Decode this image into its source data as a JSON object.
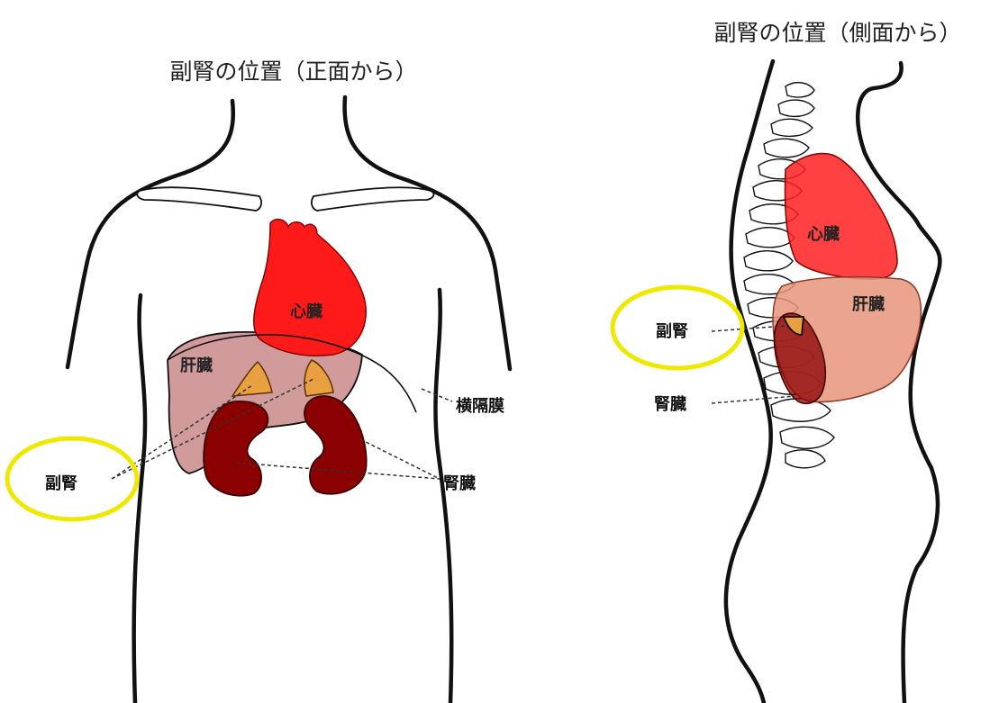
{
  "front": {
    "title": "副腎の位置（正面から）",
    "labels": {
      "heart": "心臓",
      "liver": "肝臓",
      "diaphragm": "横隔膜",
      "adrenal": "副腎",
      "kidney": "腎臓"
    }
  },
  "side": {
    "title": "副腎の位置（側面から）",
    "labels": {
      "heart": "心臓",
      "liver": "肝臓",
      "adrenal": "副腎",
      "kidney": "腎臓"
    }
  },
  "colors": {
    "heart": "#ff1a1a",
    "liver_front": "#c98a8a",
    "liver_side": "#e8957a",
    "kidney": "#8b0000",
    "adrenal": "#e8a040",
    "highlight_circle": "#f0e800"
  }
}
